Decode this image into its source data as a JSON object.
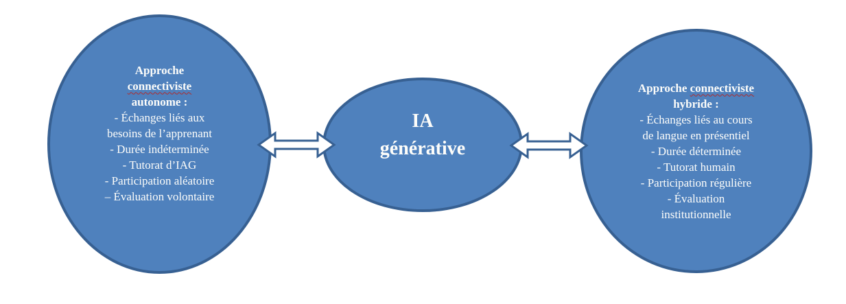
{
  "diagram": {
    "colors": {
      "shape_fill": "#4f81bd",
      "shape_border": "#376092",
      "text": "#fdfdfa",
      "spellcheck_underline": "#b02b2b",
      "arrow_fill": "#ffffff",
      "background": "#ffffff"
    },
    "left": {
      "title": {
        "line1": "Approche",
        "misspelled": "connectiviste",
        "line3": "autonome :"
      },
      "items": [
        "- Échanges liés aux",
        "besoins de l’apprenant",
        "- Durée indéterminée",
        "- Tutorat d’IAG",
        "- Participation aléatoire",
        "– Évaluation volontaire"
      ]
    },
    "center": {
      "lines": [
        "IA",
        "générative"
      ]
    },
    "right": {
      "title": {
        "prefix": "Approche",
        "misspelled": "connectiviste",
        "line2": "hybride :"
      },
      "items": [
        "- Échanges liés au cours",
        "de langue en présentiel",
        "- Durée déterminée",
        "- Tutorat humain",
        "- Participation régulière",
        "- Évaluation",
        "institutionnelle"
      ]
    }
  }
}
